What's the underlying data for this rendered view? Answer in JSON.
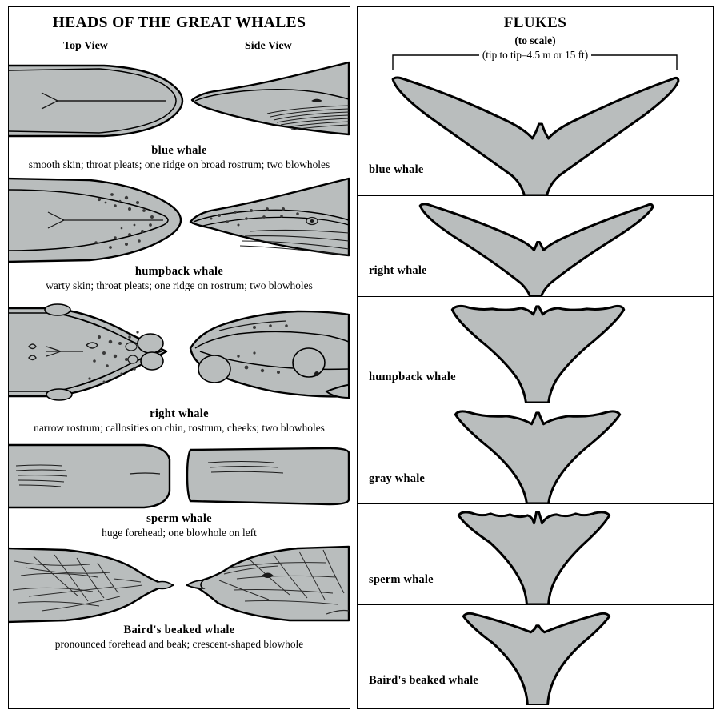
{
  "heads_panel": {
    "title": "HEADS OF THE GREAT WHALES",
    "view_labels": {
      "top": "Top View",
      "side": "Side View"
    },
    "entries": [
      {
        "species": "blue whale",
        "description": "smooth skin; throat pleats; one ridge on broad rostrum; two blowholes"
      },
      {
        "species": "humpback whale",
        "description": "warty skin; throat pleats; one ridge on rostrum; two blowholes"
      },
      {
        "species": "right whale",
        "description": "narrow rostrum; callosities on chin, rostrum, cheeks; two blowholes"
      },
      {
        "species": "sperm whale",
        "description": "huge forehead; one blowhole on left"
      },
      {
        "species": "Baird's beaked whale",
        "description": "pronounced forehead and beak; crescent-shaped blowhole"
      }
    ]
  },
  "flukes_panel": {
    "title": "FLUKES",
    "subtitle": "(to scale)",
    "scale_note": "(tip to tip–4.5 m or 15 ft)",
    "entries": [
      {
        "species": "blue whale"
      },
      {
        "species": "right whale"
      },
      {
        "species": "humpback whale"
      },
      {
        "species": "gray whale"
      },
      {
        "species": "sperm whale"
      },
      {
        "species": "Baird's beaked whale"
      }
    ]
  },
  "colors": {
    "body_fill": "#b9bdbd",
    "outline": "#000000",
    "background": "#ffffff",
    "detail_line": "#2a2a2a"
  }
}
